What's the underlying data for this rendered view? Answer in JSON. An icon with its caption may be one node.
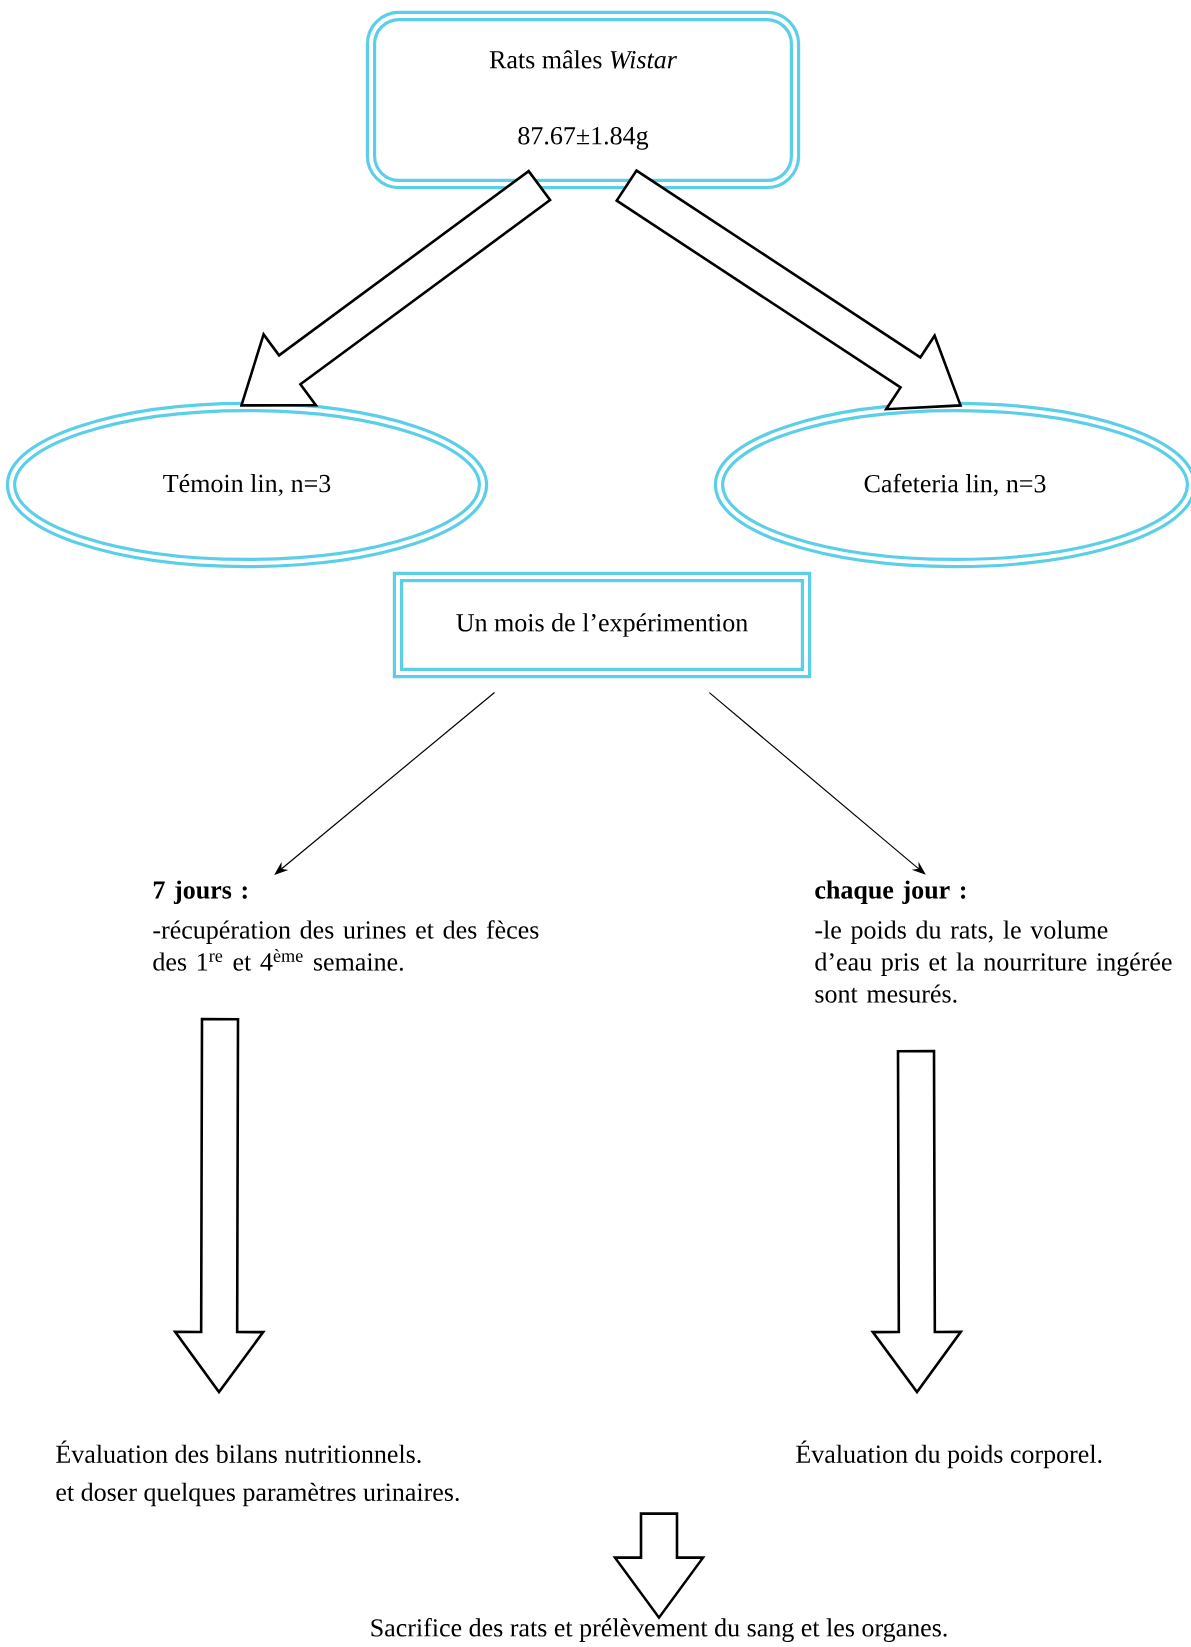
{
  "diagram": {
    "nodes": [
      {
        "text": [
          "Rats mâles *Wistar*",
          "87.67±1.84g"
        ]
      },
      {
        "text": [
          "Témoin lin, n=3"
        ]
      },
      {
        "text": [
          "Cafeteria lin, n=3"
        ]
      },
      {
        "text": [
          "Un mois de l’expérimention"
        ]
      },
      {
        "text": [
          "7 jours :",
          "-récupération des urines et des fèces des 1$^{re}$ et 4$^{ème}$ semaine."
        ]
      },
      {
        "text": [
          "chaque jour :",
          "-le poids du rats, le volume d’eau pris et la nourriture ingérée sont mesurés."
        ]
      },
      {
        "text": [
          "Évaluation des bilans nutritionnels.",
          "et doser quelques paramètres urinaires."
        ]
      },
      {
        "text": [
          "Évaluation du poids corporel."
        ]
      },
      {
        "text": [
          "Sacrifice des rats et prélèvement du sang et les organes."
        ]
      }
    ],
    "edges": [
      {
        "from": 0,
        "to": 1,
        "arrow": "to",
        "style": "thick"
      },
      {
        "from": 0,
        "to": 2,
        "arrow": "to",
        "style": "thick"
      },
      {
        "from": 3,
        "to": 4,
        "arrow": "to"
      },
      {
        "from": 3,
        "to": 5,
        "arrow": "to"
      },
      {
        "from": 4,
        "to": 6,
        "arrow": "to",
        "style": "thick"
      },
      {
        "from": 5,
        "to": 7,
        "arrow": "to",
        "style": "thick"
      },
      {
        "from": null,
        "to": 8,
        "arrow": "to",
        "style": "thick"
      }
    ]
  }
}
